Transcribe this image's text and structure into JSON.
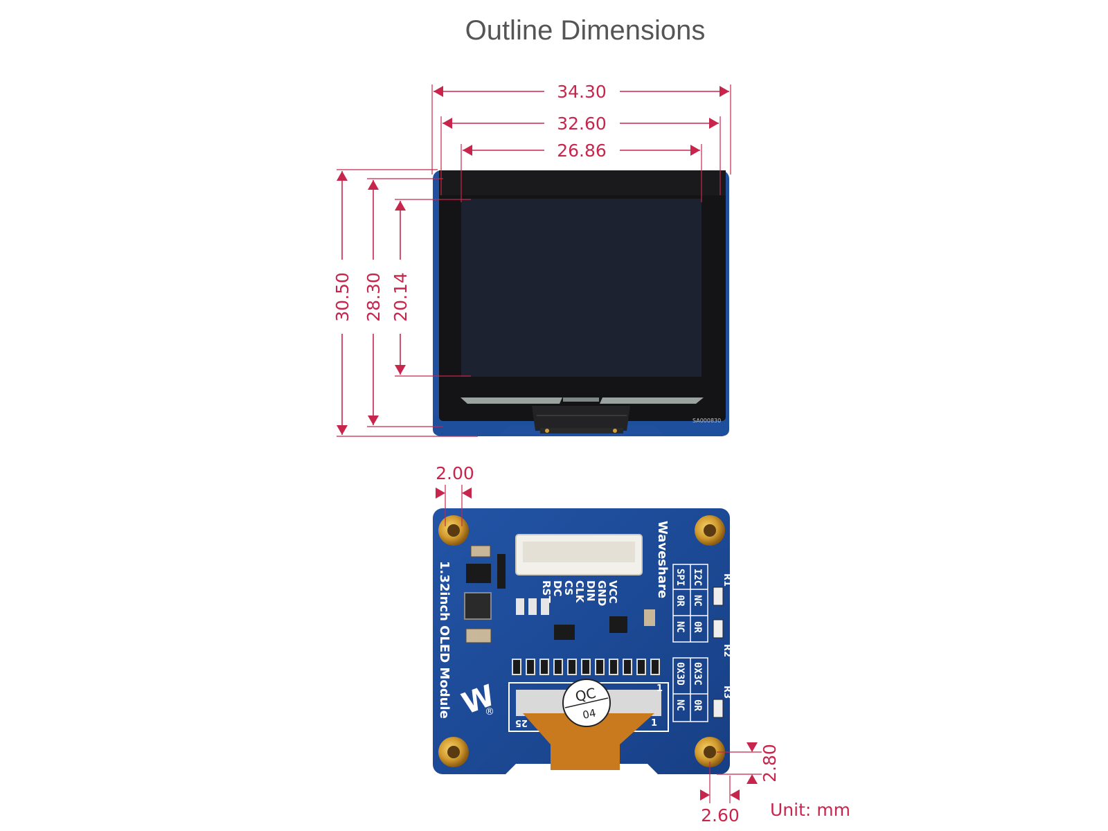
{
  "title": "Outline Dimensions",
  "dimensions": {
    "front_width_outer": "34.30",
    "front_width_inner": "32.60",
    "front_width_active": "26.86",
    "front_height_outer": "30.50",
    "front_height_inner": "28.30",
    "front_height_active": "20.14",
    "back_hole_offset": "2.00",
    "back_hole_x": "2.60",
    "back_hole_y": "2.80"
  },
  "unit": "Unit: mm",
  "front_panel": {
    "serial": "SA000830"
  },
  "back_board": {
    "brand": "Waveshare",
    "product": "1.32inch OLED Module",
    "qc_top": "QC",
    "qc_bottom": "04",
    "pins": [
      "VCC",
      "GND",
      "DIN",
      "CLK",
      "CS",
      "DC",
      "RST"
    ],
    "fpc_left": "25",
    "fpc_right": "1",
    "fpc_pin1": "1",
    "r1": "R1",
    "r2": "R2",
    "r3": "R3",
    "table1": [
      [
        "I2C",
        "NC",
        "0R"
      ],
      [
        "SPI",
        "0R",
        "NC"
      ]
    ],
    "table2": [
      [
        "0X3C",
        "0R"
      ],
      [
        "0X3D",
        "NC"
      ]
    ],
    "trademark": "®"
  },
  "colors": {
    "dimension": "#c8254c",
    "pcb": "#1d4f9c",
    "bezel": "#141416",
    "active_area": "#1c2230",
    "gold": "#d4a035"
  }
}
